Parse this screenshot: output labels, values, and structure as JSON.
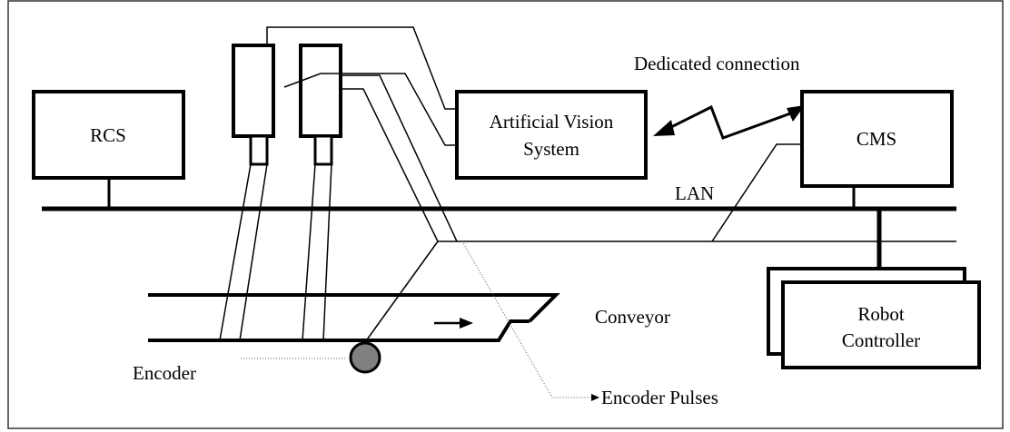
{
  "diagram": {
    "labels": {
      "rcs": "RCS",
      "vision_line1": "Artificial Vision",
      "vision_line2": "System",
      "cms": "CMS",
      "robot_line1": "Robot",
      "robot_line2": "Controller",
      "dedicated_connection": "Dedicated connection",
      "lan": "LAN",
      "conveyor": "Conveyor",
      "encoder": "Encoder",
      "encoder_pulses": "Encoder Pulses"
    },
    "colors": {
      "line": "#000000",
      "encoder_wheel": "#808080",
      "frame": "#333333"
    }
  }
}
